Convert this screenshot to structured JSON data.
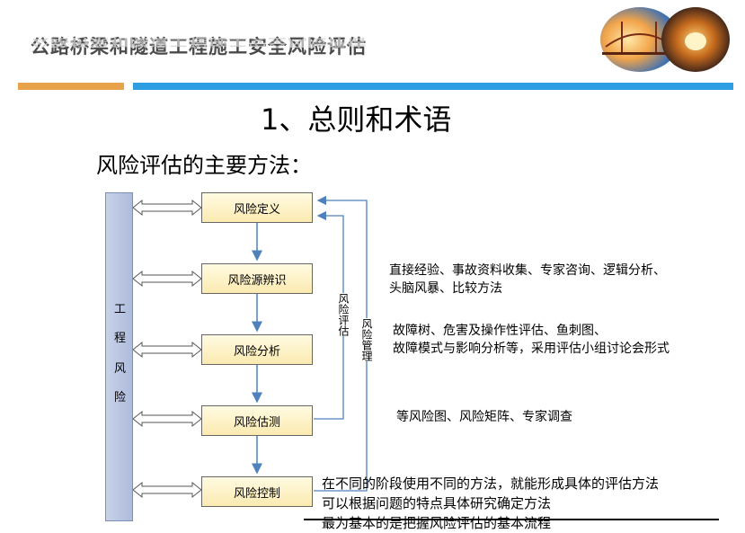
{
  "header": {
    "title": "公路桥梁和隧道工程施工安全风险评估"
  },
  "section_title": "1、总则和术语",
  "subtitle": "风险评估的主要方法：",
  "side_bar": {
    "chars": [
      "工",
      "程",
      "风",
      "险"
    ]
  },
  "steps": [
    "风险定义",
    "风险源辨识",
    "风险分析",
    "风险估测",
    "风险控制"
  ],
  "loop_labels": {
    "assessment": "风险评估",
    "management": "风险管理"
  },
  "notes": {
    "identification": [
      "直接经验、事故资料收集、专家咨询、逻辑分析、",
      "头脑风暴、比较方法"
    ],
    "analysis": [
      "故障树、危害及操作性评估、鱼刺图、",
      "故障模式与影响分析等，采用评估小组讨论会形式"
    ],
    "estimation": "等风险图、风险矩阵、专家调查"
  },
  "bottom_text": [
    "在不同的阶段使用不同的方法，就能形成具体的评估方法",
    "可以根据问题的特点具体研究确定方法",
    "最为基本的是把握风险评估的基本流程"
  ],
  "colors": {
    "orange_bar": "#e8a24c",
    "blue_bar": "#2f9de2",
    "arrow": "#4f81bd"
  }
}
